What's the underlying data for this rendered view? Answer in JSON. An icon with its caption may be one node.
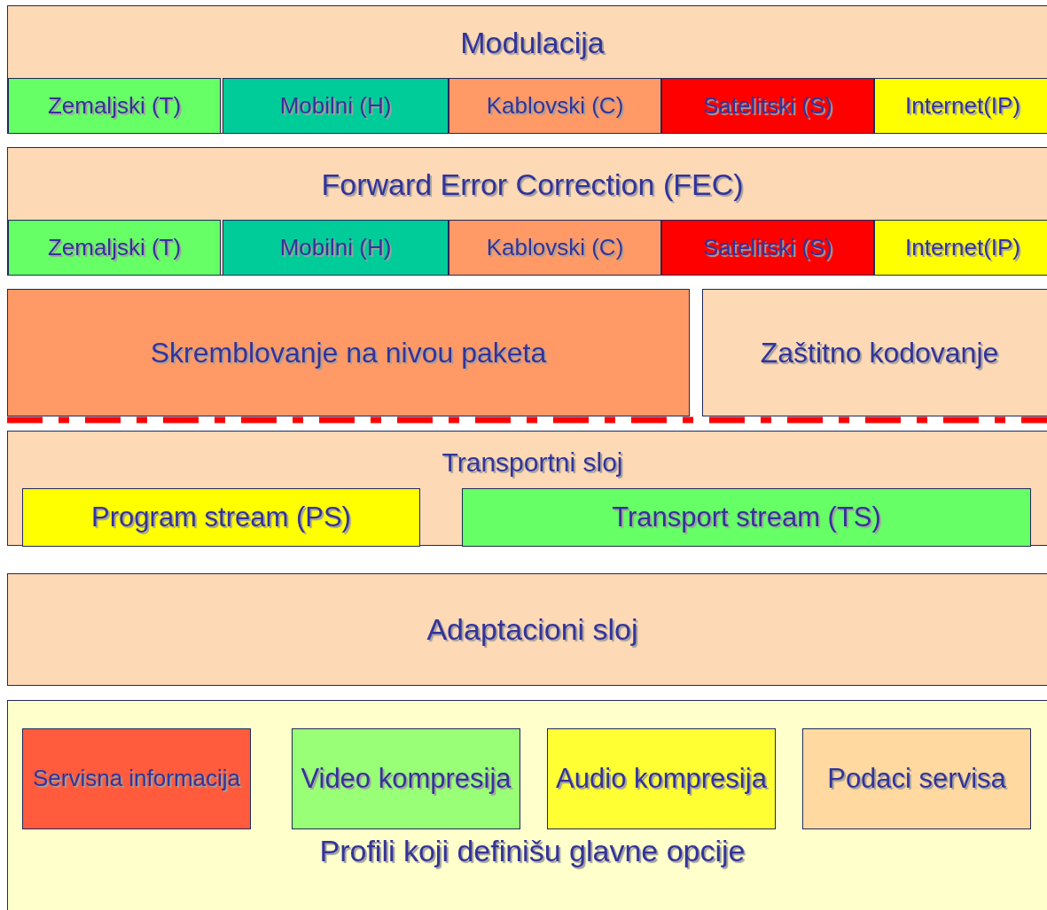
{
  "diagram": {
    "nodes": [
      {
        "text": [
          "Modulacija"
        ]
      },
      {
        "text": [
          "Zemaljski (T)"
        ],
        "in": 0
      },
      {
        "text": [
          "Mobilni (H)"
        ],
        "in": 0
      },
      {
        "text": [
          "Kablovski (C)"
        ],
        "in": 0
      },
      {
        "text": [
          "Satelitski (S)"
        ],
        "in": 0
      },
      {
        "text": [
          "Internet(IP)"
        ],
        "in": 0
      },
      {
        "text": [
          "Forward Error Correction (FEC)"
        ]
      },
      {
        "text": [
          "Zemaljski (T)"
        ],
        "in": 6
      },
      {
        "text": [
          "Mobilni (H)"
        ],
        "in": 6
      },
      {
        "text": [
          "Kablovski (C)"
        ],
        "in": 6
      },
      {
        "text": [
          "Satelitski (S)"
        ],
        "in": 6
      },
      {
        "text": [
          "Internet(IP)"
        ],
        "in": 6
      },
      {
        "text": [
          "Skremblovanje na nivou paketa"
        ]
      },
      {
        "text": [
          "Zaštitno kodovanje"
        ]
      },
      {
        "text": [
          "Transportni sloj"
        ]
      },
      {
        "text": [
          "Program stream (PS)"
        ],
        "in": 14
      },
      {
        "text": [
          "Transport stream (TS)"
        ],
        "in": 14
      },
      {
        "text": [
          "Adaptacioni sloj"
        ]
      },
      {
        "text": [
          "Profili koji definišu glavne opcije"
        ]
      },
      {
        "text": [
          "Servisna informacija"
        ],
        "in": 18
      },
      {
        "text": [
          "Video kompresija"
        ],
        "in": 18
      },
      {
        "text": [
          "Audio kompresija"
        ],
        "in": 18
      },
      {
        "text": [
          "Podaci servisa"
        ],
        "in": 18
      }
    ]
  }
}
